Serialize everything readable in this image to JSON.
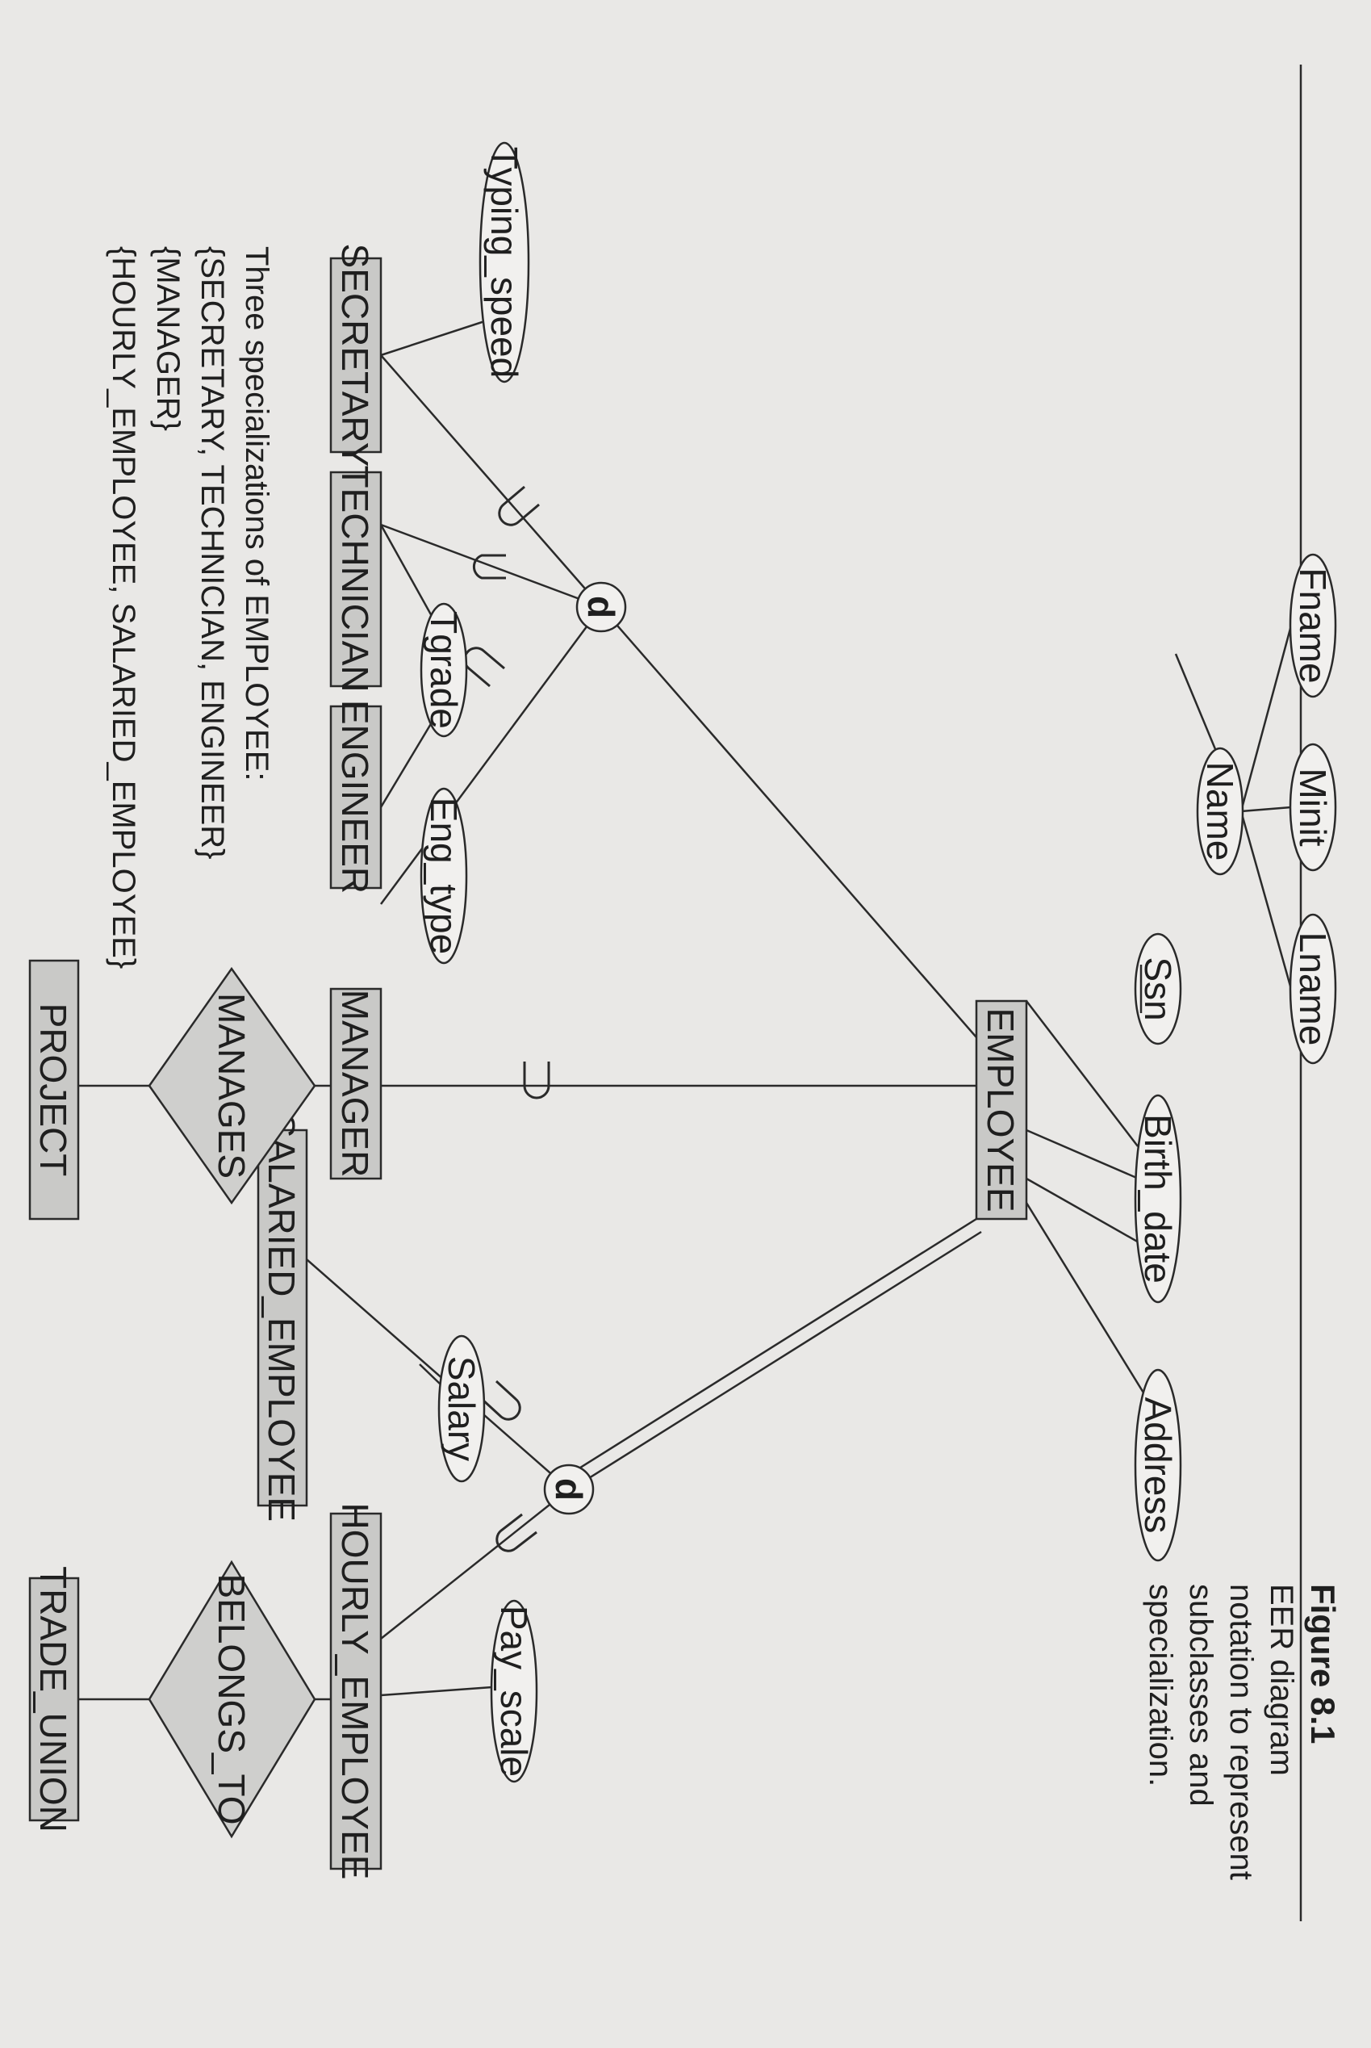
{
  "figure": {
    "number": "Figure 8.1",
    "caption_lines": [
      "EER diagram",
      "notation to represent",
      "subclasses and",
      "specialization."
    ]
  },
  "entities": {
    "employee": "EMPLOYEE",
    "secretary": "SECRETARY",
    "technician": "TECHNICIAN",
    "engineer": "ENGINEER",
    "manager": "MANAGER",
    "salaried_employee": "SALARIED_EMPLOYEE",
    "hourly_employee": "HOURLY_EMPLOYEE",
    "project": "PROJECT",
    "trade_union": "TRADE_UNION"
  },
  "attributes": {
    "fname": "Fname",
    "minit": "Minit",
    "lname": "Lname",
    "name": "Name",
    "ssn": "Ssn",
    "birth_date": "Birth_date",
    "address": "Address",
    "typing_speed": "Typing_speed",
    "tgrade": "Tgrade",
    "eng_type": "Eng_type",
    "salary": "Salary",
    "pay_scale": "Pay_scale"
  },
  "relationships": {
    "manages": "MANAGES",
    "belongs_to": "BELONGS_TO"
  },
  "specialization_circles": {
    "job_type": "d",
    "pay_method": "d"
  },
  "note": {
    "lines": [
      "Three specializations of EMPLOYEE:",
      "{SECRETARY, TECHNICIAN, ENGINEER}",
      "{MANAGER}",
      "{HOURLY_EMPLOYEE, SALARIED_EMPLOYEE}"
    ]
  }
}
